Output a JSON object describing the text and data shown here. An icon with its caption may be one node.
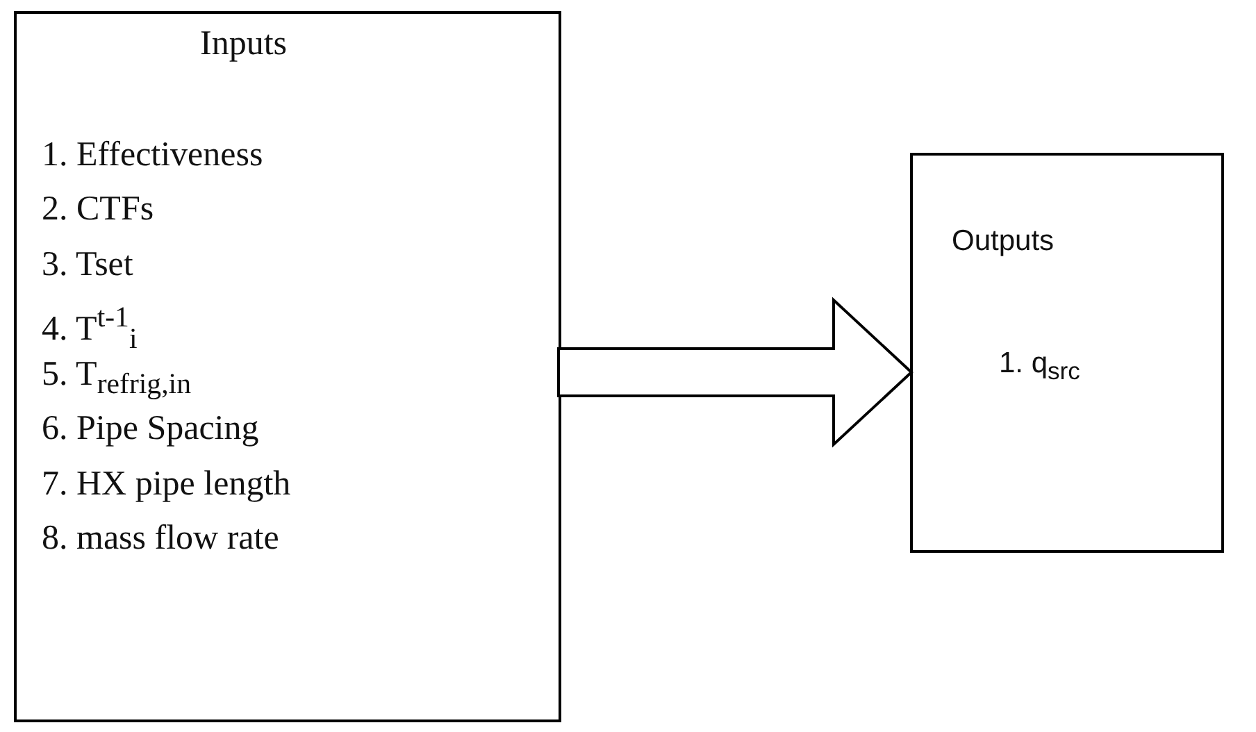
{
  "diagram": {
    "nodes": [
      {
        "text": [
          "Inputs",
          "1. Effectiveness",
          "2. CTFs",
          "3. Tset",
          "4. T$^{t-1}$$_{i}$",
          "5. T$_{refrig,in}$",
          "6. Pipe Spacing",
          "7. HX pipe length",
          "8. mass flow rate"
        ]
      },
      {
        "text": [
          "Outputs",
          "1. q$_{src}$"
        ]
      }
    ],
    "edges": [
      {
        "from": 0,
        "to": 1,
        "arrow": "to",
        "style": "thick"
      }
    ]
  }
}
